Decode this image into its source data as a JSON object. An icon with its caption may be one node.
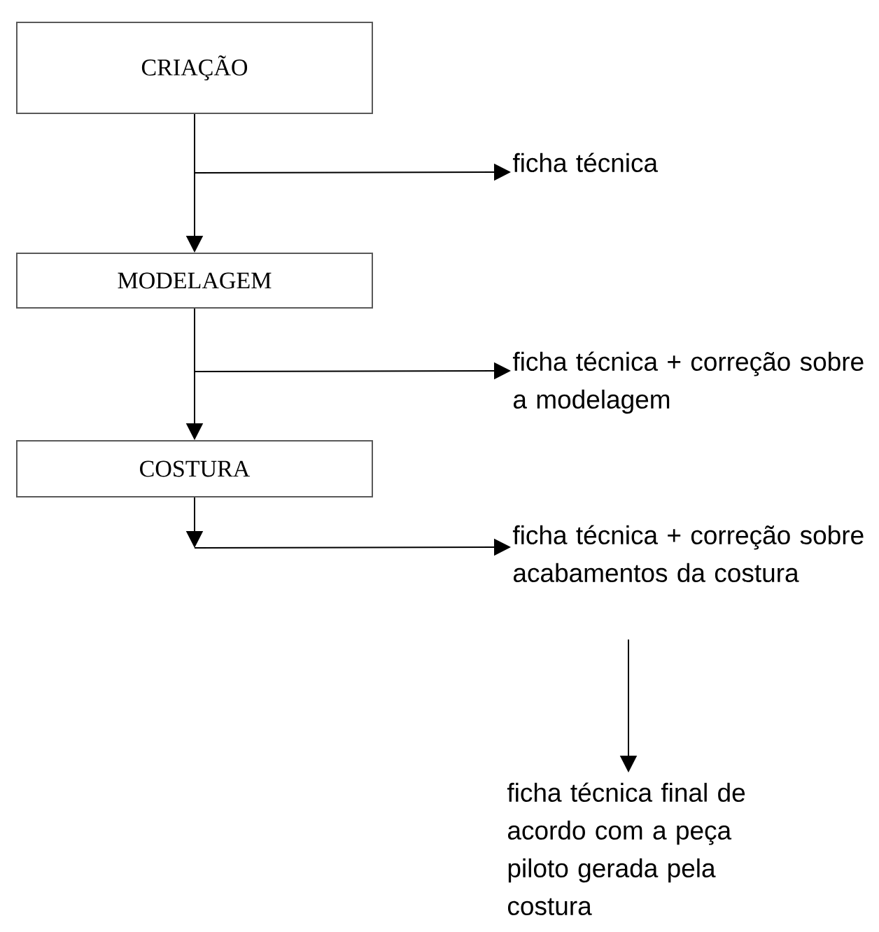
{
  "diagram": {
    "nodes": [
      {
        "text": [
          "CRIAÇÃO"
        ]
      },
      {
        "text": [
          "MODELAGEM"
        ]
      },
      {
        "text": [
          "COSTURA"
        ]
      },
      {
        "text": [
          "ficha técnica"
        ]
      },
      {
        "text": [
          "ficha técnica + correção sobre a modelagem"
        ]
      },
      {
        "text": [
          "ficha técnica + correção sobre acabamentos da costura"
        ]
      },
      {
        "text": [
          "ficha técnica final de acordo com a peça piloto gerada pela costura"
        ]
      }
    ],
    "edges": [
      {
        "from": 0,
        "to": 1,
        "arrow": "to"
      },
      {
        "from": 0,
        "to": 3,
        "arrow": "to"
      },
      {
        "from": 1,
        "to": 2,
        "arrow": "to"
      },
      {
        "from": 1,
        "to": 4,
        "arrow": "to"
      },
      {
        "from": 2,
        "to": null,
        "arrow": "to"
      },
      {
        "from": 2,
        "to": 5,
        "arrow": "to"
      },
      {
        "from": 5,
        "to": 6,
        "arrow": "to"
      }
    ]
  }
}
